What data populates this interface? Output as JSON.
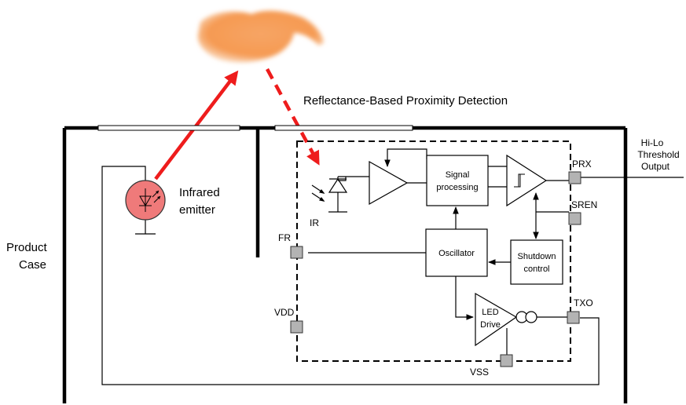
{
  "title": "Reflectance-Based Proximity Detection",
  "labels": {
    "product_case": [
      "Product",
      "Case"
    ],
    "infrared_emitter": [
      "Infrared",
      "emitter"
    ],
    "ir": "IR",
    "signal_processing": [
      "Signal",
      "processing"
    ],
    "oscillator": "Oscillator",
    "shutdown_control": [
      "Shutdown",
      "control"
    ],
    "led_drive": [
      "LED",
      "Drive"
    ],
    "output_label": [
      "Hi-Lo",
      "Threshold",
      "Output"
    ]
  },
  "pins": {
    "prx": "PRX",
    "sren": "SREN",
    "fr": "FR",
    "vdd": "VDD",
    "txo": "TXO",
    "vss": "VSS"
  },
  "colors": {
    "emitter_fill": "#ef7a7a",
    "arrow_red": "#ee1c1c",
    "pin_fill": "#b3b3b3",
    "hand_fill": "#f59a52"
  },
  "icons": {
    "hand": "hand-icon",
    "led": "led-icon",
    "photodiode": "photodiode-icon"
  }
}
